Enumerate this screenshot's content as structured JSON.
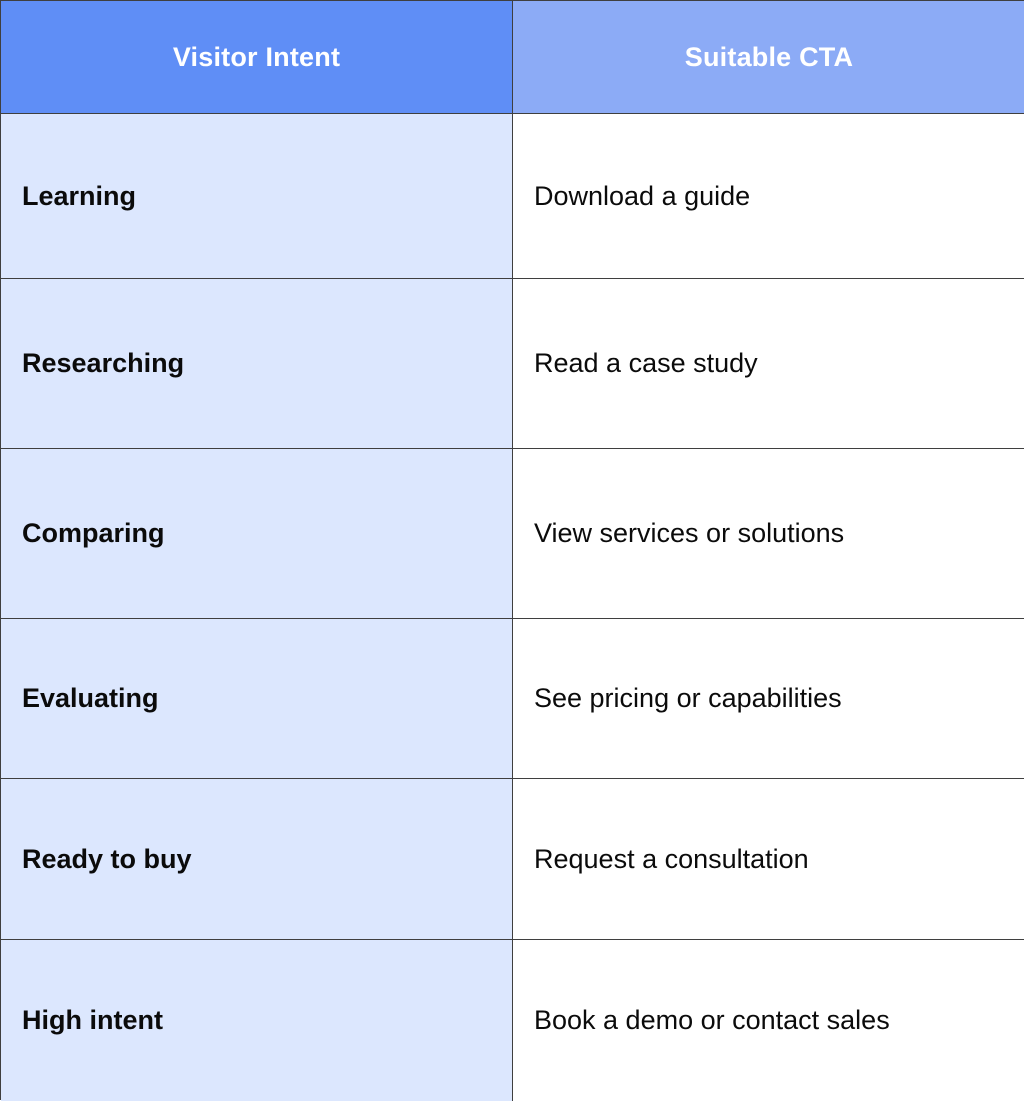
{
  "table": {
    "headers": [
      "Visitor Intent",
      "Suitable CTA"
    ],
    "rows": [
      [
        "Learning",
        "Download a guide"
      ],
      [
        "Researching",
        "Read a case study"
      ],
      [
        "Comparing",
        "View services or solutions"
      ],
      [
        "Evaluating",
        "See pricing or capabilities"
      ],
      [
        "Ready to buy",
        "Request a consultation"
      ],
      [
        "High intent",
        "Book a demo or contact sales"
      ]
    ]
  },
  "colors": {
    "header_left": "#5f8ef6",
    "header_right": "#8cabf6",
    "intent_column": "#dce7fe",
    "border": "#3f3f3f"
  }
}
